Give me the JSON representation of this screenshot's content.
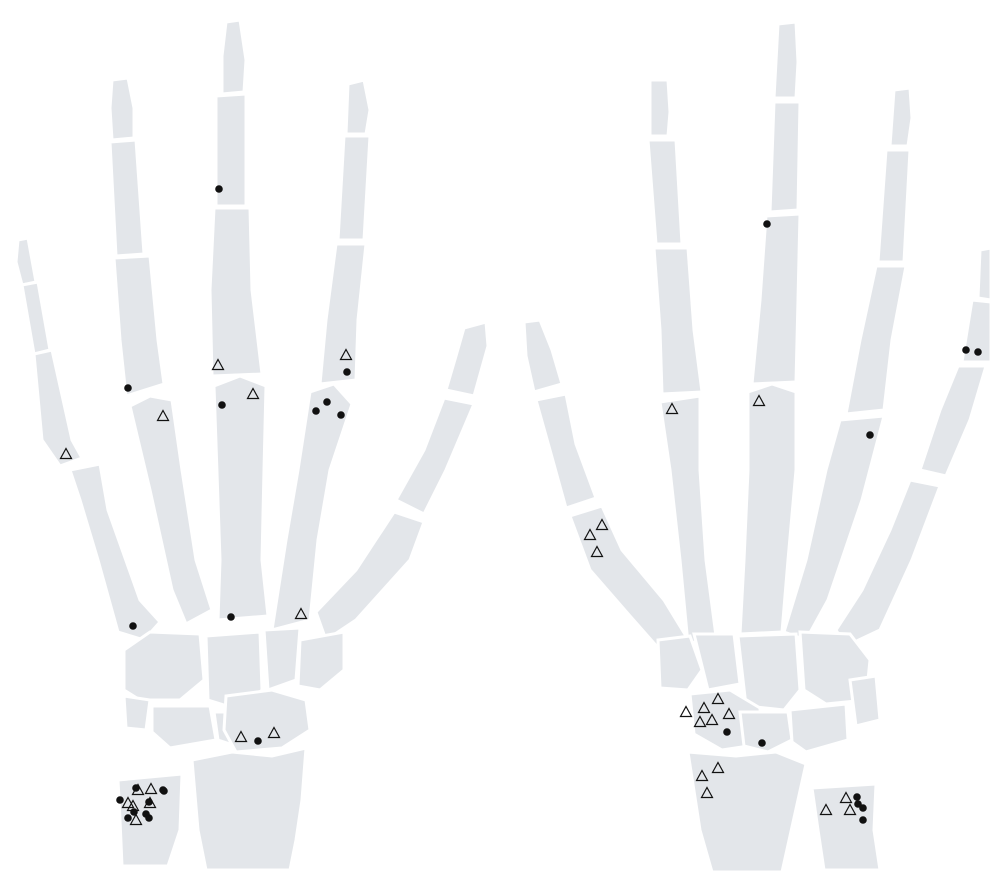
{
  "colors": {
    "background": "#ffffff",
    "bone": "#e3e6ea",
    "joint_gap": "#ffffff",
    "marker": "#111111"
  },
  "marker_types": {
    "dot": "filled-circle",
    "triangle": "open-triangle"
  },
  "hands": [
    {
      "id": "left-hand",
      "dots": 19,
      "triangles": 14
    },
    {
      "id": "right-hand",
      "dots": 10,
      "triangles": 17
    }
  ]
}
